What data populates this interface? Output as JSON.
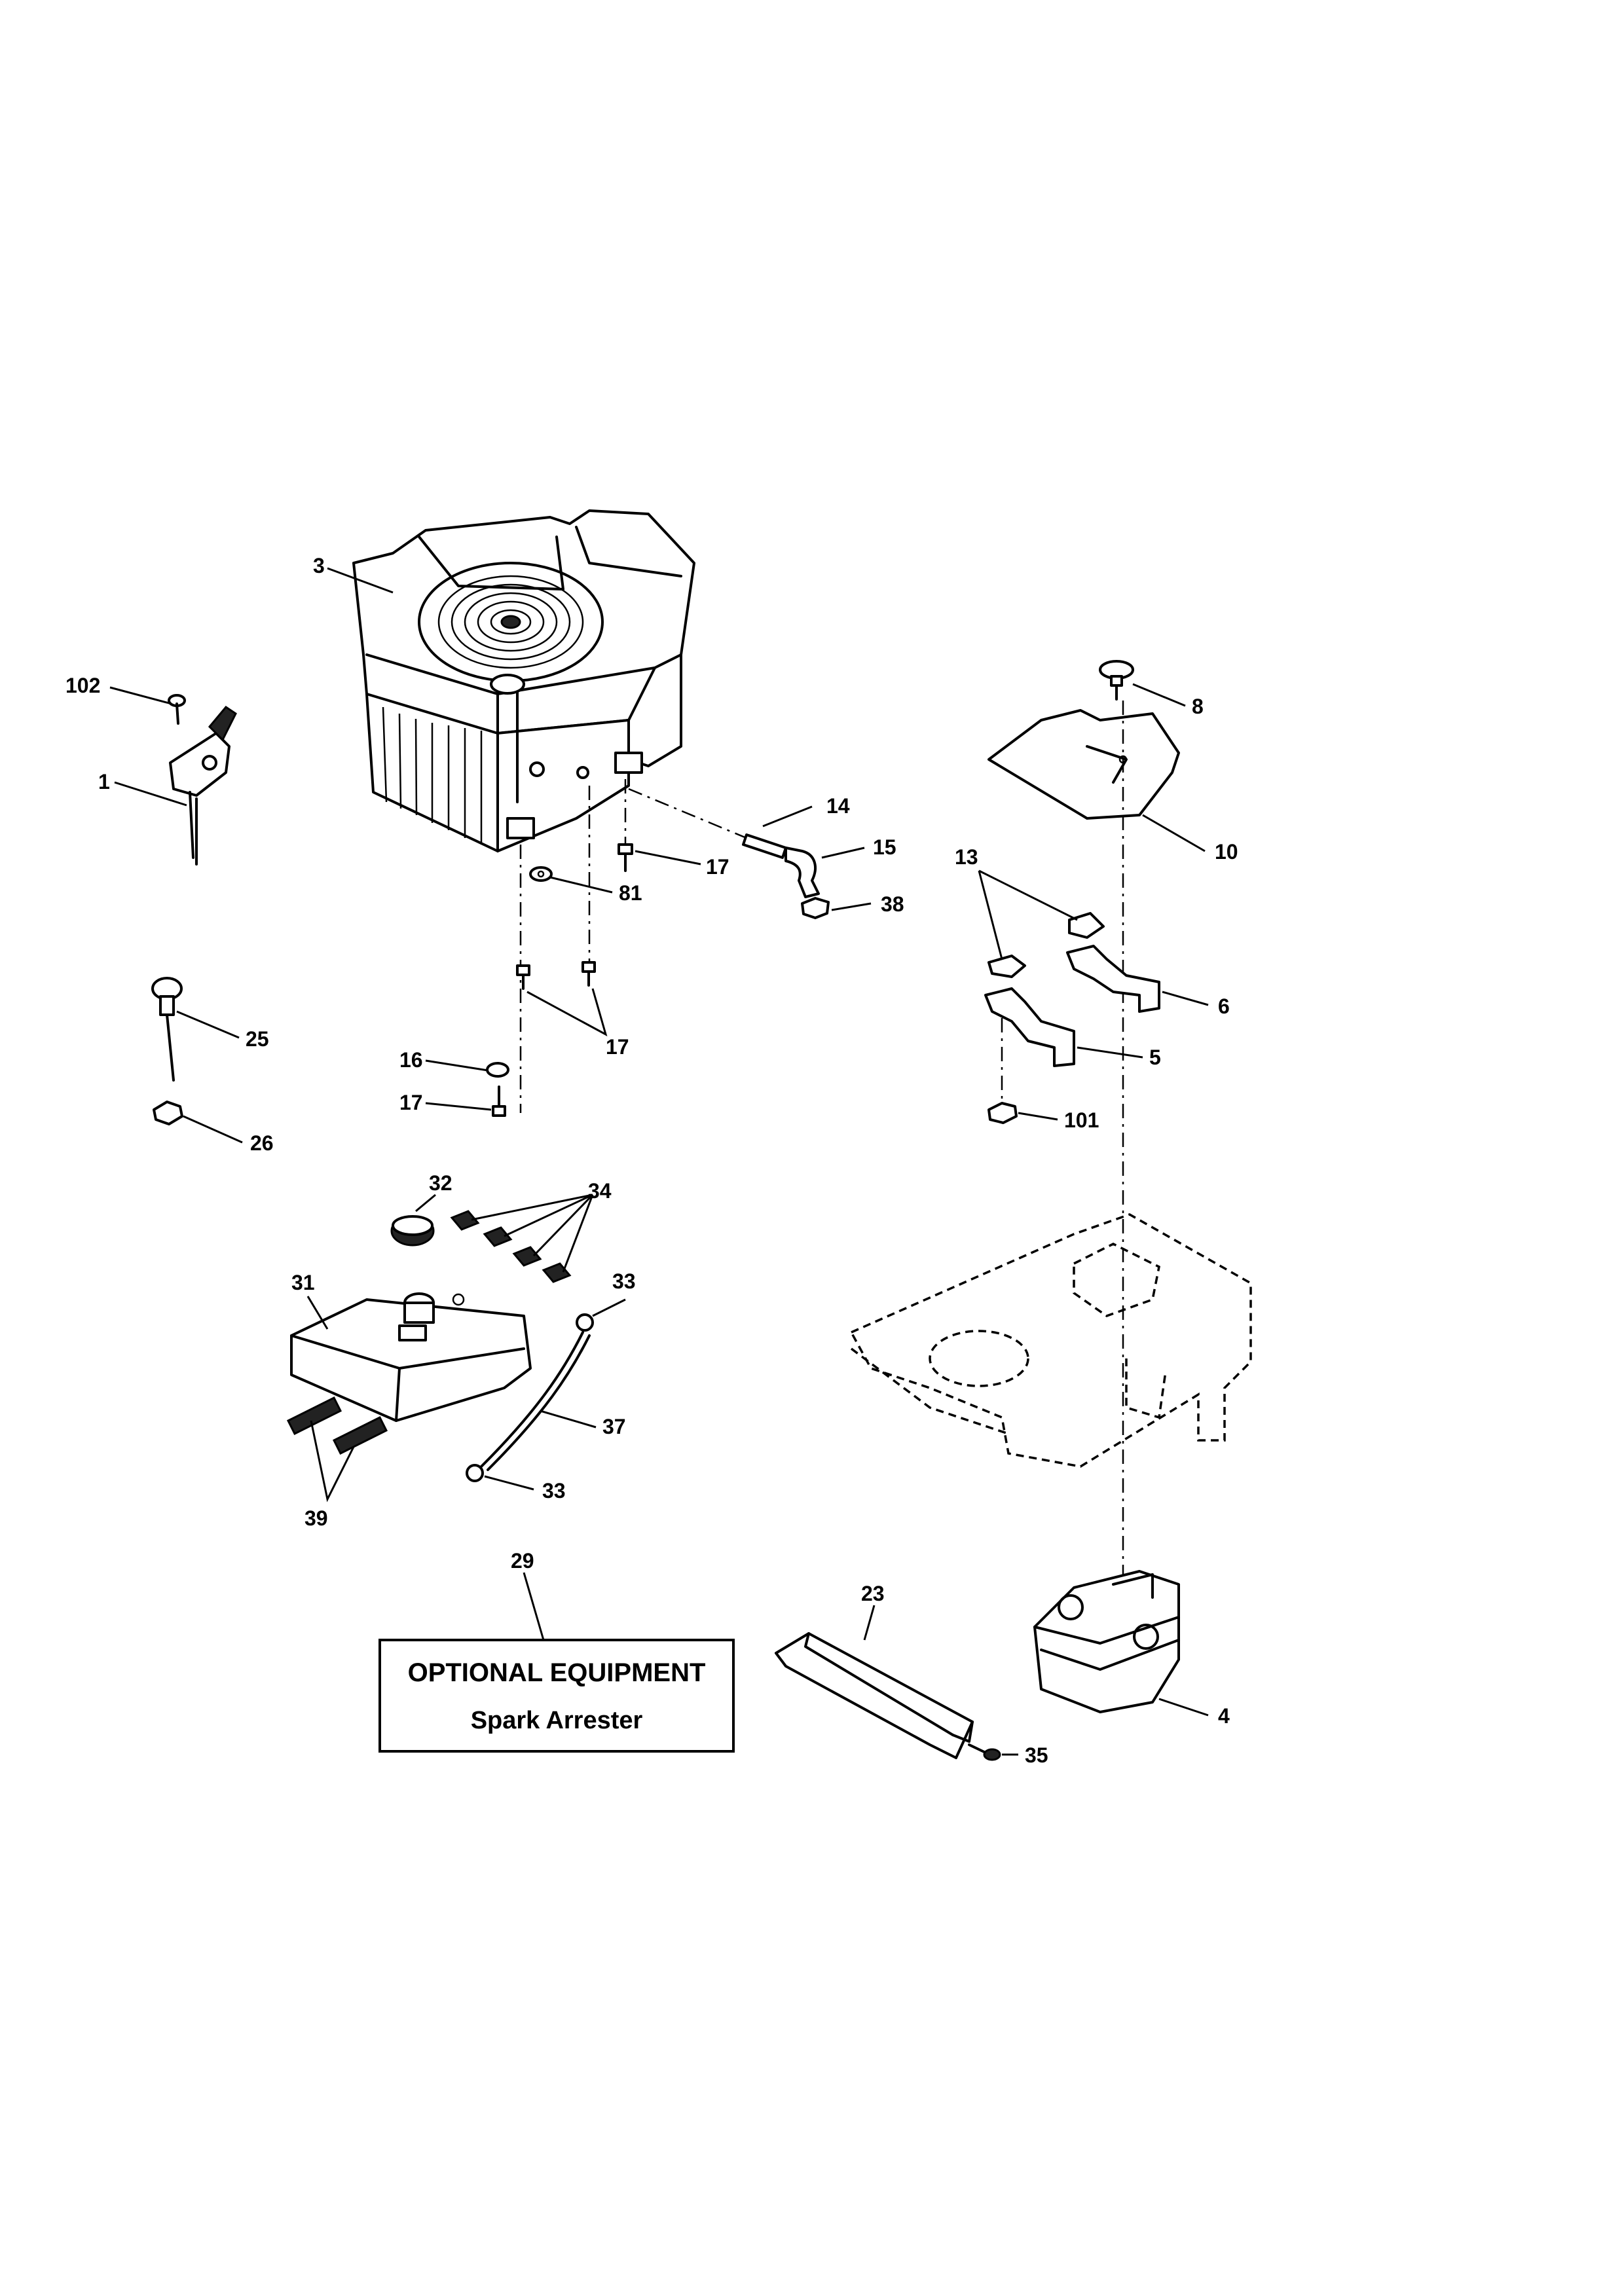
{
  "callouts": {
    "c3": "3",
    "c102": "102",
    "c1": "1",
    "c14": "14",
    "c15": "15",
    "c17a": "17",
    "c81": "81",
    "c38": "38",
    "c8": "8",
    "c10": "10",
    "c13": "13",
    "c6": "6",
    "c5": "5",
    "c101": "101",
    "c25": "25",
    "c16": "16",
    "c17b": "17",
    "c17c": "17",
    "c26": "26",
    "c32": "32",
    "c34": "34",
    "c31": "31",
    "c33a": "33",
    "c37": "37",
    "c33b": "33",
    "c39": "39",
    "c29": "29",
    "c23": "23",
    "c4": "4",
    "c35": "35"
  },
  "optional_box": {
    "title": "OPTIONAL EQUIPMENT",
    "subtitle": "Spark Arrester"
  }
}
